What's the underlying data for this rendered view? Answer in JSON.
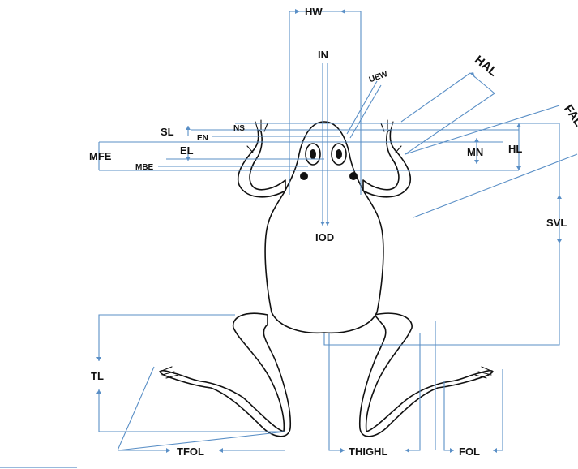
{
  "labels": {
    "hw": "HW",
    "in": "IN",
    "uew": "UEW",
    "hal": "HAL",
    "fal": "FAL",
    "ns": "NS",
    "sl": "SL",
    "en": "EN",
    "mfe": "MFE",
    "el": "EL",
    "mbe": "MBE",
    "mn": "MN",
    "hl": "HL",
    "iod": "IOD",
    "svl": "SVL",
    "tl": "TL",
    "tfol": "TFOL",
    "thighl": "THIGHL",
    "fol": "FOL"
  },
  "colors": {
    "measure_line": "#5a8fc6",
    "outline": "#111111",
    "label": "#111111"
  },
  "subject": "frog-dorsal-view",
  "icons": [
    "frog-outline-icon"
  ]
}
